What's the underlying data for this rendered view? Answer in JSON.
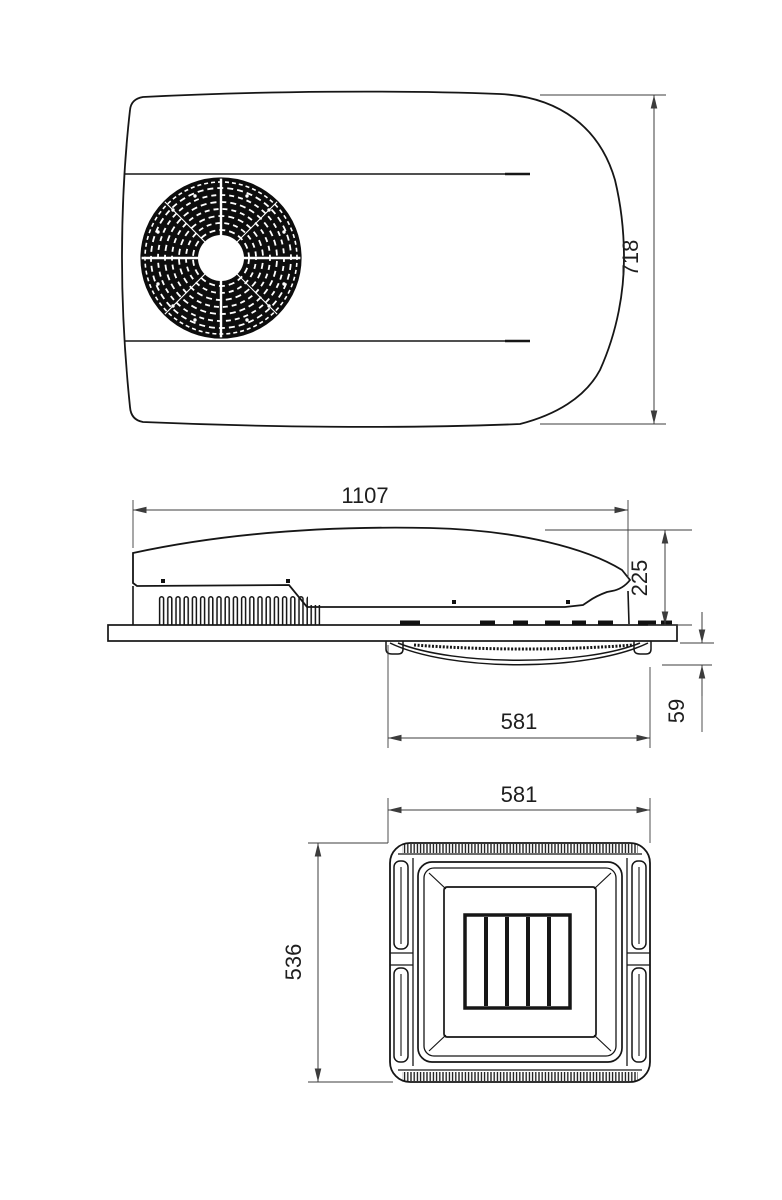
{
  "drawing": {
    "title": "rooftop-air-conditioner-dimensional-drawing",
    "units": "mm",
    "colors": {
      "line": "#161616",
      "dimension": "#3c3c3c",
      "background": "#ffffff"
    },
    "views": {
      "top": {
        "label": "top-view",
        "dims": {
          "depth": "718"
        }
      },
      "side": {
        "label": "side-view",
        "dims": {
          "overall_length": "1107",
          "height_above_roof": "225",
          "roof_opening_length": "581",
          "interior_unit_height": "59"
        }
      },
      "bottom": {
        "label": "bottom-view-interior-diffuser",
        "dims": {
          "width": "581",
          "depth": "536"
        }
      }
    }
  }
}
